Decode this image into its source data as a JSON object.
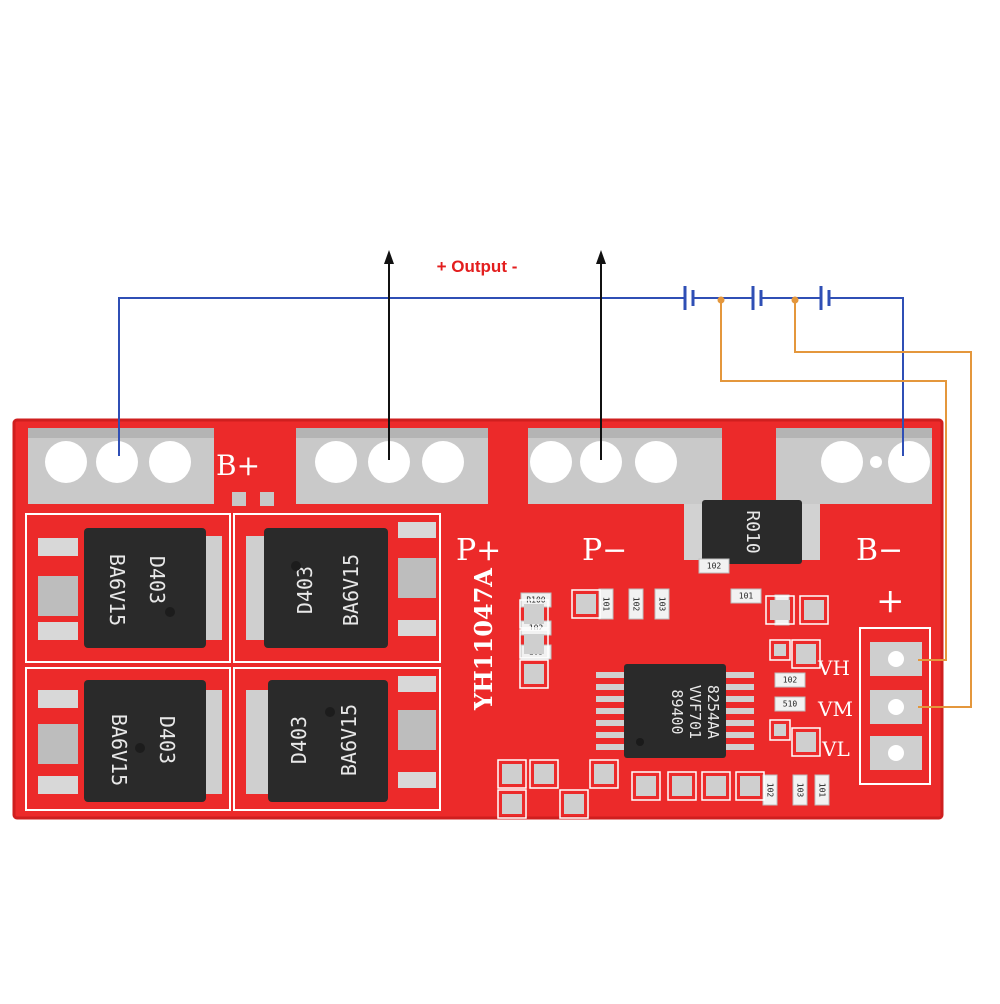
{
  "title": "+ Output -",
  "board": {
    "model": "YH11047A",
    "pad_labels": {
      "b_plus": "B+",
      "p_plus": "P+",
      "p_minus": "P−",
      "b_minus": "B−",
      "plus": "+"
    },
    "balance_labels": [
      "VH",
      "VM",
      "VL"
    ],
    "shunt_resistor": "R010",
    "ic": {
      "lines": [
        "8254AA",
        "VVF701",
        "89400"
      ]
    },
    "mosfets": [
      {
        "line1": "D403",
        "line2": "BA6V15"
      },
      {
        "line1": "D403",
        "line2": "BA6V15"
      },
      {
        "line1": "D403",
        "line2": "BA6V15"
      },
      {
        "line1": "D403",
        "line2": "BA6V15"
      }
    ],
    "smd_codes": [
      "R100",
      "102",
      "103",
      "101",
      "102",
      "102",
      "510",
      "101",
      "102",
      "102",
      "103",
      "101",
      "102",
      "103"
    ]
  },
  "colors": {
    "pcb": "#ec2a2a",
    "pcb_dark": "#c91c1c",
    "pad": "#c7c7c7",
    "wire_negative": "#2f4fb5",
    "wire_balance": "#e4973c",
    "wire_output": "#111111",
    "label_red": "#e31e1e"
  }
}
